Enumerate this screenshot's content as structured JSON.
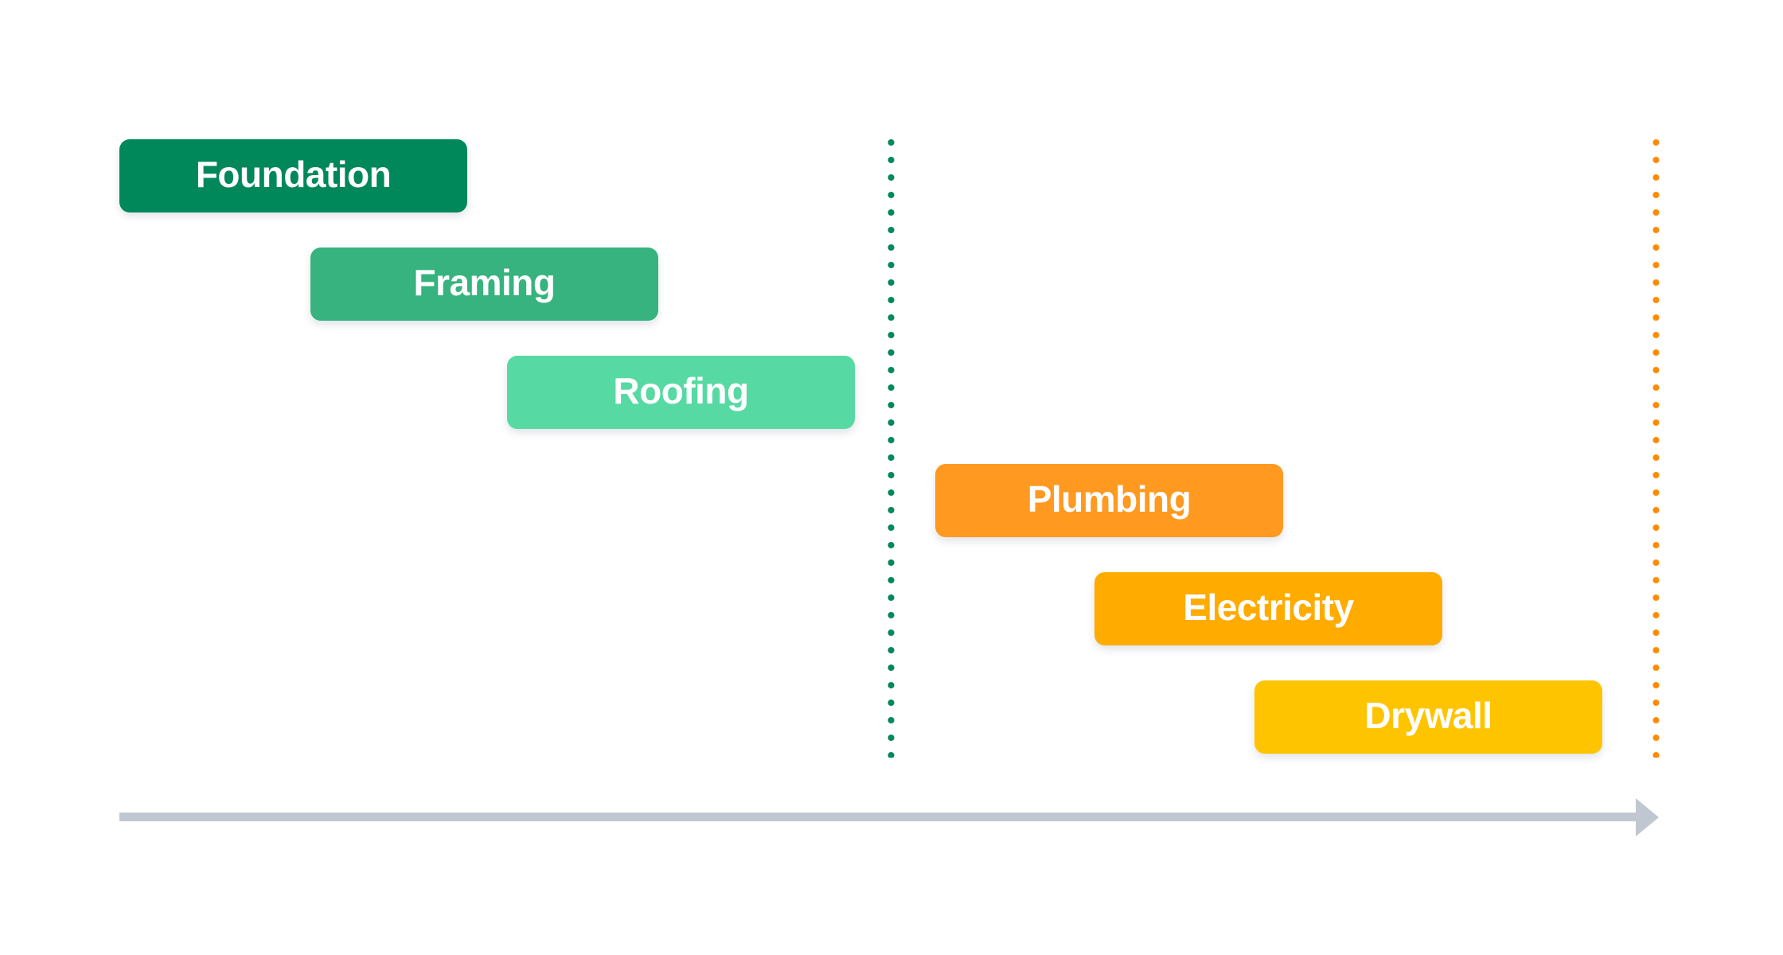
{
  "background": "#FFFFFF",
  "chart_data": {
    "type": "bar",
    "subtype": "gantt-timeline",
    "title": "",
    "xlabel": "",
    "ylabel": "",
    "legend": "none",
    "gridlines": false,
    "x_range_percent": [
      0,
      100
    ],
    "tasks": [
      {
        "label": "Foundation",
        "start_pct": 0.0,
        "end_pct": 22.6,
        "color": "#00875A",
        "phase": 1
      },
      {
        "label": "Framing",
        "start_pct": 12.4,
        "end_pct": 35.0,
        "color": "#36B37E",
        "phase": 1
      },
      {
        "label": "Roofing",
        "start_pct": 25.2,
        "end_pct": 47.8,
        "color": "#57D9A3",
        "phase": 1
      },
      {
        "label": "Plumbing",
        "start_pct": 53.0,
        "end_pct": 75.6,
        "color": "#FF991F",
        "phase": 2
      },
      {
        "label": "Electricity",
        "start_pct": 63.3,
        "end_pct": 85.9,
        "color": "#FFAB00",
        "phase": 2
      },
      {
        "label": "Drywall",
        "start_pct": 73.7,
        "end_pct": 96.3,
        "color": "#FFC400",
        "phase": 2
      }
    ],
    "milestones": [
      {
        "name": "phase-divider-line",
        "position_pct": 50.1,
        "color": "#00875A",
        "line_style": "dotted"
      },
      {
        "name": "end-deadline-line",
        "position_pct": 99.8,
        "color": "#FF8B00",
        "line_style": "dotted"
      }
    ],
    "axis_arrow": {
      "direction": "right",
      "color": "#C1C7D0"
    }
  }
}
